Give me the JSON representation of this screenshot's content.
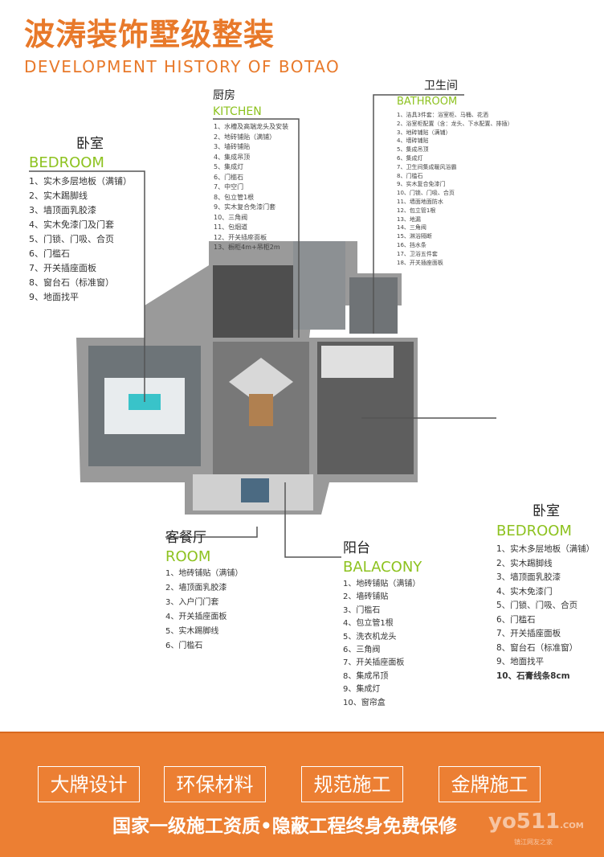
{
  "header": {
    "title": "波涛装饰墅级整装",
    "subtitle": "DEVELOPMENT  HISTORY  OF  BOTAO"
  },
  "bedroom_left": {
    "zh": "卧室",
    "en": "BEDROOM",
    "items": [
      "1、实木多层地板（满铺）",
      "2、实木踢脚线",
      "3、墙顶面乳胶漆",
      "4、实木免漆门及门套",
      "5、门锁、门吸、合页",
      "6、门槛石",
      "7、开关插座面板",
      "8、窗台石（标准窗）",
      "9、地面找平"
    ]
  },
  "kitchen": {
    "zh": "厨房",
    "en": "KITCHEN",
    "items": [
      "1、水槽及高端龙头及安装",
      "2、地砖铺贴（满铺）",
      "3、墙砖铺贴",
      "4、集成吊顶",
      "5、集成灯",
      "6、门槛石",
      "7、中空门",
      "8、包立管1根",
      "9、实木复合免漆门套",
      "10、三角阀",
      "11、包烟道",
      "12、开关插座面板",
      "13、橱柜4m+吊柜2m"
    ]
  },
  "bathroom": {
    "zh": "卫生间",
    "en": "BATHROOM",
    "items": [
      "1、洁具3件套：浴室柜、马桶、花洒",
      "2、浴室柜配置（含：龙头、下水配置、排插）",
      "3、地砖铺贴（满铺）",
      "4、墙砖铺贴",
      "5、集成吊顶",
      "6、集成灯",
      "7、卫生间集成暖风浴霸",
      "8、门槛石",
      "9、实木复合免漆门",
      "10、门锁、门吸、合页",
      "11、墙面地面防水",
      "12、包立管1根",
      "13、地漏",
      "14、三角阀",
      "15、淋浴隔断",
      "16、挡水条",
      "17、卫浴五件套",
      "18、开关插座面板"
    ]
  },
  "living": {
    "zh": "客餐厅",
    "en": "ROOM",
    "items": [
      "1、地砖铺贴（满铺）",
      "2、墙顶面乳胶漆",
      "3、入户门门套",
      "4、开关插座面板",
      "5、实木踢脚线",
      "6、门槛石"
    ]
  },
  "balcony": {
    "zh": "阳台",
    "en": "BALACONY",
    "items": [
      "1、地砖铺贴（满铺）",
      "2、墙砖铺贴",
      "3、门槛石",
      "4、包立管1根",
      "5、洗衣机龙头",
      "6、三角阀",
      "7、开关插座面板",
      "8、集成吊顶",
      "9、集成灯",
      "10、窗帘盒"
    ]
  },
  "bedroom_right": {
    "zh": "卧室",
    "en": "BEDROOM",
    "items": [
      "1、实木多层地板（满铺）",
      "2、实木踢脚线",
      "3、墙顶面乳胶漆",
      "4、实木免漆门",
      "5、门锁、门吸、合页",
      "6、门槛石",
      "7、开关插座面板",
      "8、窗台石（标准窗）",
      "9、地面找平",
      "10、石膏线条8cm"
    ]
  },
  "banner": {
    "badges": [
      "大牌设计",
      "环保材料",
      "规范施工",
      "金牌施工"
    ],
    "slogan": "国家一级施工资质•隐蔽工程终身免费保修",
    "watermark": "yo511",
    "watermark_domain": ".COM",
    "watermark_sub": "镇江网友之家"
  },
  "colors": {
    "orange": "#ec7f33",
    "green": "#8dc21f"
  }
}
